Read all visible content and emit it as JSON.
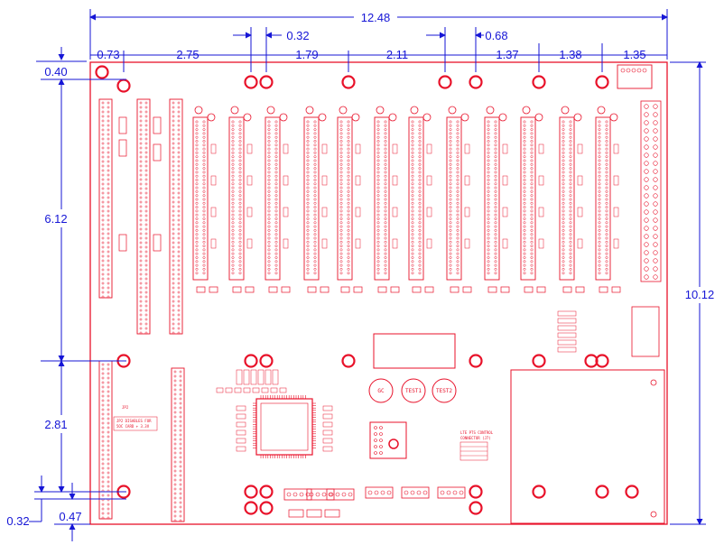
{
  "colors": {
    "dimension": "#1515d6",
    "board": "#e8122a",
    "background": "#ffffff"
  },
  "dimensions": {
    "overall_width": "12.48",
    "overall_height": "10.12",
    "top": [
      "0.73",
      "2.75",
      "0.32",
      "1.79",
      "2.11",
      "0.68",
      "1.37",
      "1.38",
      "1.35"
    ],
    "left": {
      "top_offset": "0.40",
      "upper": "6.12",
      "middle": "2.81",
      "bottom_a": "0.32",
      "bottom_b": "0.47"
    }
  },
  "labels": {
    "test_points": [
      "GC",
      "TEST1",
      "TEST2"
    ],
    "connector_note": [
      "LTE PTS CONTROL",
      "CONNECTOR (J7)"
    ],
    "jumper_note": [
      "JP2 DISABLES FOR",
      "5OC CARD + 3.3V"
    ],
    "jumper_label": "JP2"
  }
}
